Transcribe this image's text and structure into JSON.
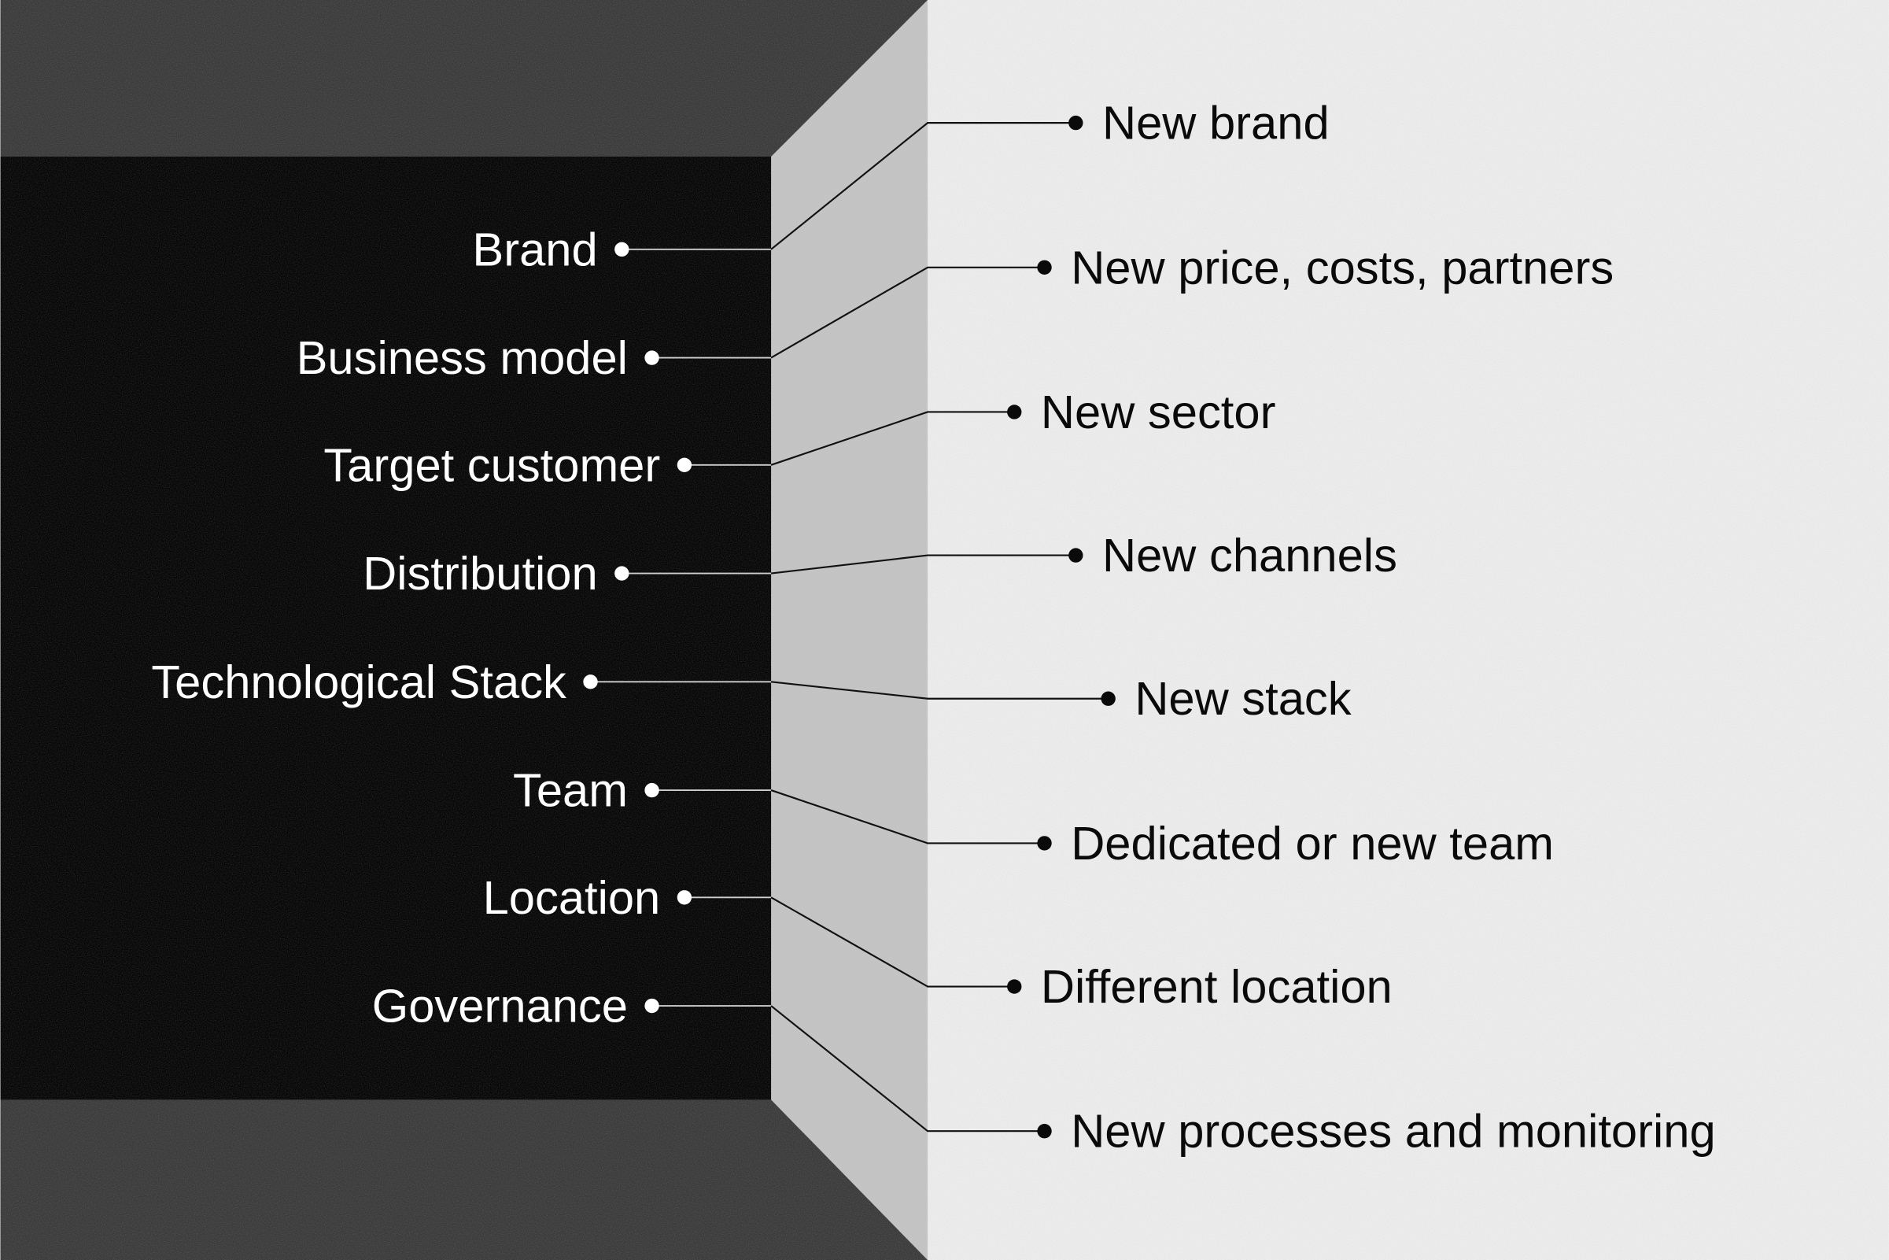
{
  "left_items": [
    "Brand",
    "Business model",
    "Target customer",
    "Distribution",
    "Technological Stack",
    "Team",
    "Location",
    "Governance"
  ],
  "right_items": [
    "New brand",
    "New price, costs, partners",
    "New sector",
    "New channels",
    "New stack",
    "Dedicated or new team",
    "Different location",
    "New processes and monitoring"
  ],
  "colors": {
    "panel": "#050505",
    "band": "#3a3a3a",
    "bevel": "#c4c4c4",
    "background": "#ededed"
  }
}
